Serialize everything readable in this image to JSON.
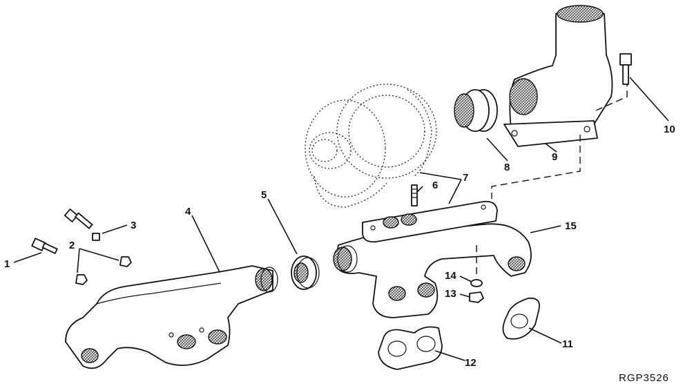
{
  "diagram": {
    "reference_code": "RGP3526",
    "callouts": [
      "1",
      "2",
      "3",
      "4",
      "5",
      "6",
      "7",
      "8",
      "9",
      "10",
      "11",
      "12",
      "13",
      "14",
      "15"
    ]
  }
}
